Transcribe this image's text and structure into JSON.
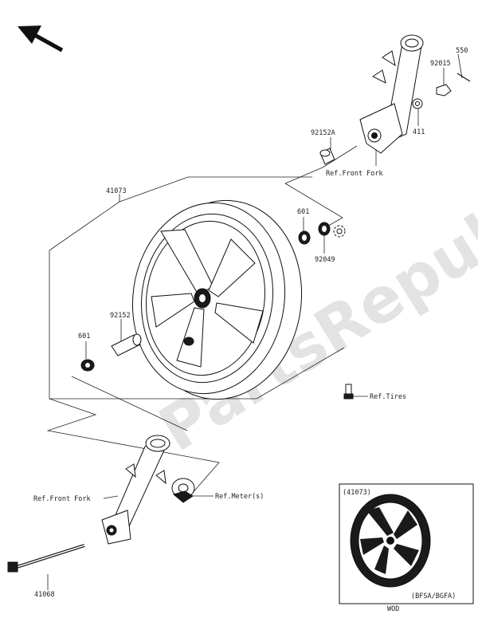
{
  "watermark": "PartsRepublik",
  "labels": {
    "front_fork_top": "Ref.Front Fork",
    "front_fork_bottom": "Ref.Front Fork",
    "tires": "Ref.Tires",
    "meters": "Ref.Meter(s)",
    "p41073": "41073",
    "p92152A": "92152A",
    "p92015": "92015",
    "p550": "550",
    "p411": "411",
    "p601_top": "601",
    "p92049": "92049",
    "p92152": "92152",
    "p601_left": "601",
    "p41068": "41068",
    "inset_part": "(41073)",
    "inset_variant": "(BFSA/BGFA)",
    "inset_color": "WOD"
  }
}
